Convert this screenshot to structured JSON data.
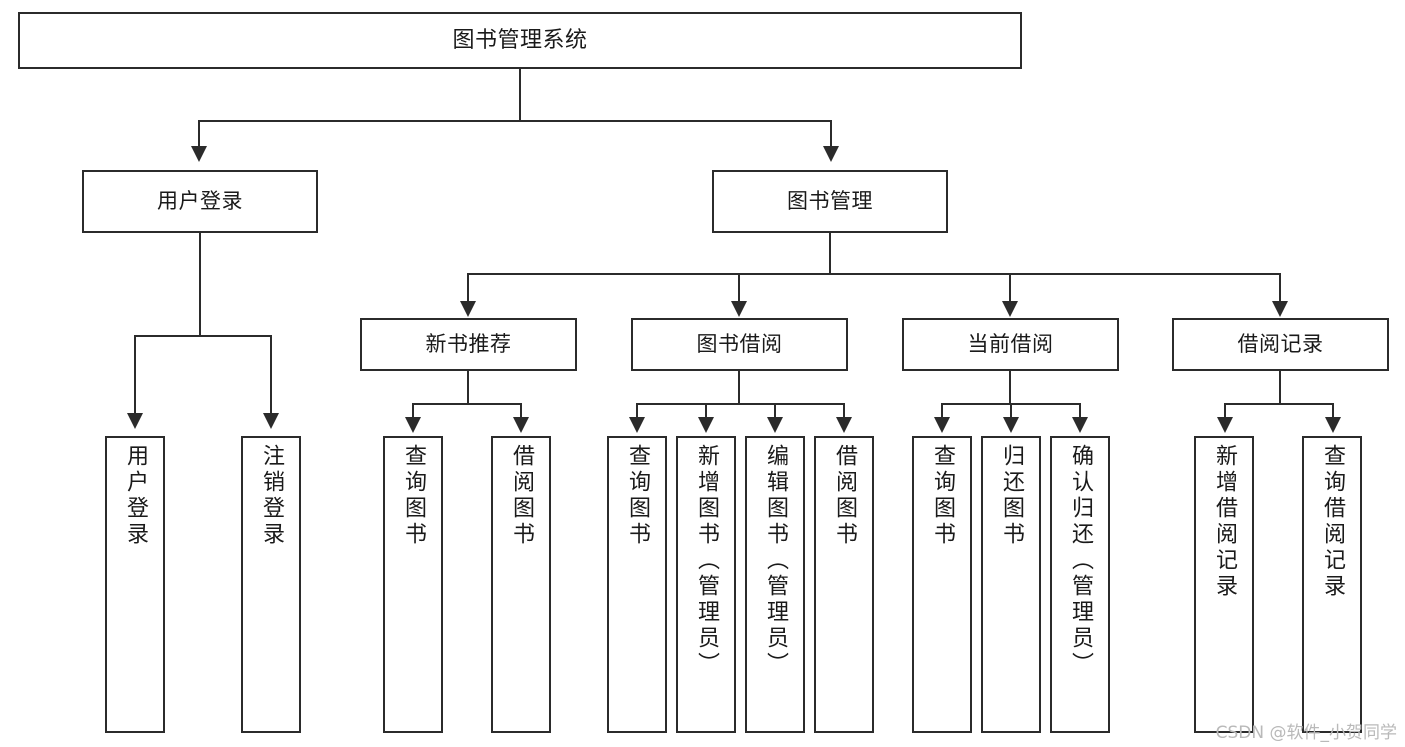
{
  "diagram": {
    "title": "图书管理系统",
    "type": "tree-hierarchy-diagram",
    "colors": {
      "box_border": "#2b2b2b",
      "box_fill": "#ffffff",
      "line": "#2b2b2b",
      "text": "#1a1a1a",
      "watermark": "#b9b9b9",
      "background": "#ffffff"
    }
  },
  "root": {
    "label": "图书管理系统"
  },
  "level2": [
    {
      "label": "用户登录"
    },
    {
      "label": "图书管理"
    }
  ],
  "level3": [
    {
      "label": "新书推荐"
    },
    {
      "label": "图书借阅"
    },
    {
      "label": "当前借阅"
    },
    {
      "label": "借阅记录"
    }
  ],
  "leaves": {
    "user_login": [
      {
        "label": "用户登录"
      },
      {
        "label": "注销登录"
      }
    ],
    "new_book_recommend": [
      {
        "label": "查询图书"
      },
      {
        "label": "借阅图书"
      }
    ],
    "book_borrow": [
      {
        "label": "查询图书"
      },
      {
        "label": "新增图书（管理员）"
      },
      {
        "label": "编辑图书（管理员）"
      },
      {
        "label": "借阅图书"
      }
    ],
    "current_borrow": [
      {
        "label": "查询图书"
      },
      {
        "label": "归还图书"
      },
      {
        "label": "确认归还（管理员）"
      }
    ],
    "borrow_record": [
      {
        "label": "新增借阅记录"
      },
      {
        "label": "查询借阅记录"
      }
    ]
  },
  "watermark": {
    "text": "CSDN @软件_小贺同学"
  }
}
